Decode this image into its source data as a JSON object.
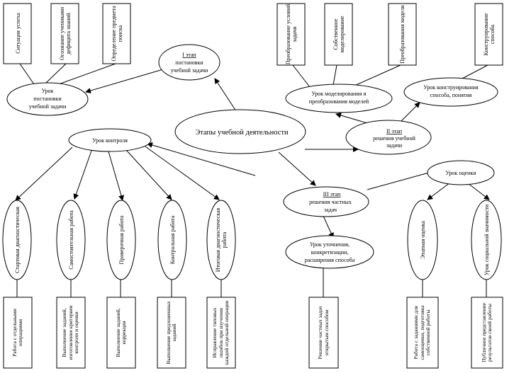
{
  "center": {
    "label": "Этапы учебной деятельности"
  },
  "stage1": {
    "line1": "I этап",
    "line2": "постановки",
    "line3": "учебной задачи"
  },
  "stage2": {
    "line1": "II этап",
    "line2": "решения учебной",
    "line3": "задачи"
  },
  "stage3": {
    "line1": "III этап",
    "line2": "решения частных",
    "line3": "задач"
  },
  "lesson_setting": {
    "line1": "Урок",
    "line2": "постановки",
    "line3": "учебной задачи"
  },
  "lesson_modeling": {
    "line1": "Урок моделирования и",
    "line2": "преобразования моделей"
  },
  "lesson_construct": {
    "line1": "Урок конструирования",
    "line2": "способа, понятия"
  },
  "lesson_refine": {
    "line1": "Урок уточнения,",
    "line2": "конкретизации,",
    "line3": "расширения способа"
  },
  "lesson_control": {
    "label": "Урок контроля"
  },
  "lesson_eval": {
    "label": "Урок оценки"
  },
  "top_left_boxes": [
    {
      "text": "Ситуация успеха"
    },
    {
      "text": "Осознание учениками дефицита знаний"
    },
    {
      "text": "Определение предмета поиска"
    }
  ],
  "top_right_boxes": [
    {
      "text": "Преобразование условий задачи"
    },
    {
      "text": "Собственное моделирование"
    },
    {
      "text": "Преобразования модели"
    },
    {
      "text": "Конструирование способа"
    }
  ],
  "control_ovals": [
    {
      "text": "Стартовая диагностическая",
      "squig": "диагностическая"
    },
    {
      "text": "Самостоятельная работа"
    },
    {
      "text": "Проверочная работа"
    },
    {
      "text": "Контрольная работа"
    },
    {
      "text": "Итоговая диагностическая работа",
      "squig": "диагностическая"
    }
  ],
  "eval_ovals": [
    {
      "text": "Этапная оценка"
    },
    {
      "text": "Урок социальной значимости"
    }
  ],
  "bottom_boxes": [
    {
      "text": "Работа с отдельными операциями"
    },
    {
      "text": "Выполнение заданий, изготовление критериев контроля и оценки"
    },
    {
      "text": "Выполнение заданий, коррекция"
    },
    {
      "text": "Выполнение предложенных заданий"
    },
    {
      "text": "Исправление типовых ошибок при изучении каждой отдельной операции"
    },
    {
      "text": "Решение частных задач открытым способом"
    },
    {
      "text": "Работа с заданиями для самооценки, подготовка собственной работы"
    },
    {
      "text": "Публичное представление результатов своей работы"
    }
  ]
}
